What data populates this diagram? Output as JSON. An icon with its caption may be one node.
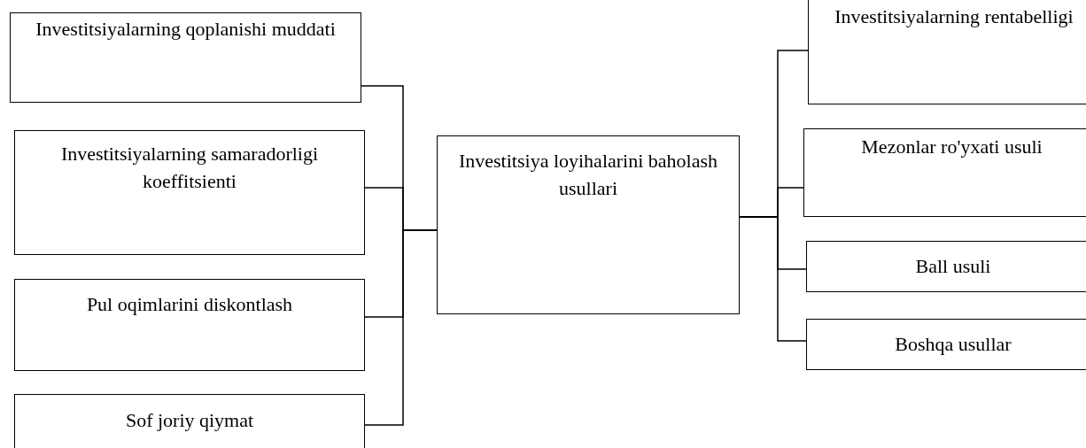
{
  "diagram": {
    "nodes": [
      {
        "text": [
          "Investitsiyalarning qoplanishi muddati"
        ]
      },
      {
        "text": [
          "Investitsiyalarning samaradorligi koeffitsienti"
        ]
      },
      {
        "text": [
          "Pul oqimlarini diskontlash"
        ]
      },
      {
        "text": [
          "Sof joriy qiymat"
        ]
      },
      {
        "text": [
          "Investitsiya loyihalarini baholash usullari"
        ]
      },
      {
        "text": [
          "Investitsiyalarning rentabelligi"
        ]
      },
      {
        "text": [
          "Mezonlar ro'yxati usuli"
        ]
      },
      {
        "text": [
          "Ball usuli"
        ]
      },
      {
        "text": [
          "Boshqa usullar"
        ]
      }
    ],
    "edges": [
      {
        "from": 4,
        "to": 0,
        "arrow": "none"
      },
      {
        "from": 4,
        "to": 1,
        "arrow": "none"
      },
      {
        "from": 4,
        "to": 2,
        "arrow": "none"
      },
      {
        "from": 4,
        "to": 3,
        "arrow": "none"
      },
      {
        "from": 4,
        "to": 5,
        "arrow": "none"
      },
      {
        "from": 4,
        "to": 6,
        "arrow": "none"
      },
      {
        "from": 4,
        "to": 7,
        "arrow": "none"
      },
      {
        "from": 4,
        "to": 8,
        "arrow": "none"
      }
    ]
  }
}
